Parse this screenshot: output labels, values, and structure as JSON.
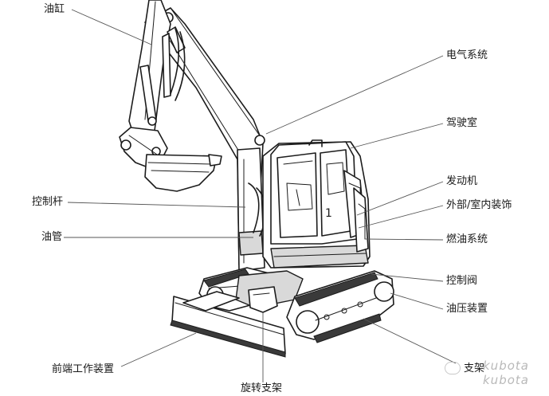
{
  "labels": {
    "cylinder": "油缸",
    "electrical": "电气系统",
    "cab": "驾驶室",
    "engine": "发动机",
    "interior": "外部/室内装饰",
    "fuel": "燃油系统",
    "control_lever": "控制杆",
    "oil_pipe": "油管",
    "control_valve": "控制阀",
    "hydraulic": "油压装置",
    "front_attachment": "前端工作装置",
    "swing_bracket": "旋转支架",
    "undercarriage": "支架"
  },
  "watermark": {
    "line1": "kubota",
    "line2": "kubota"
  }
}
